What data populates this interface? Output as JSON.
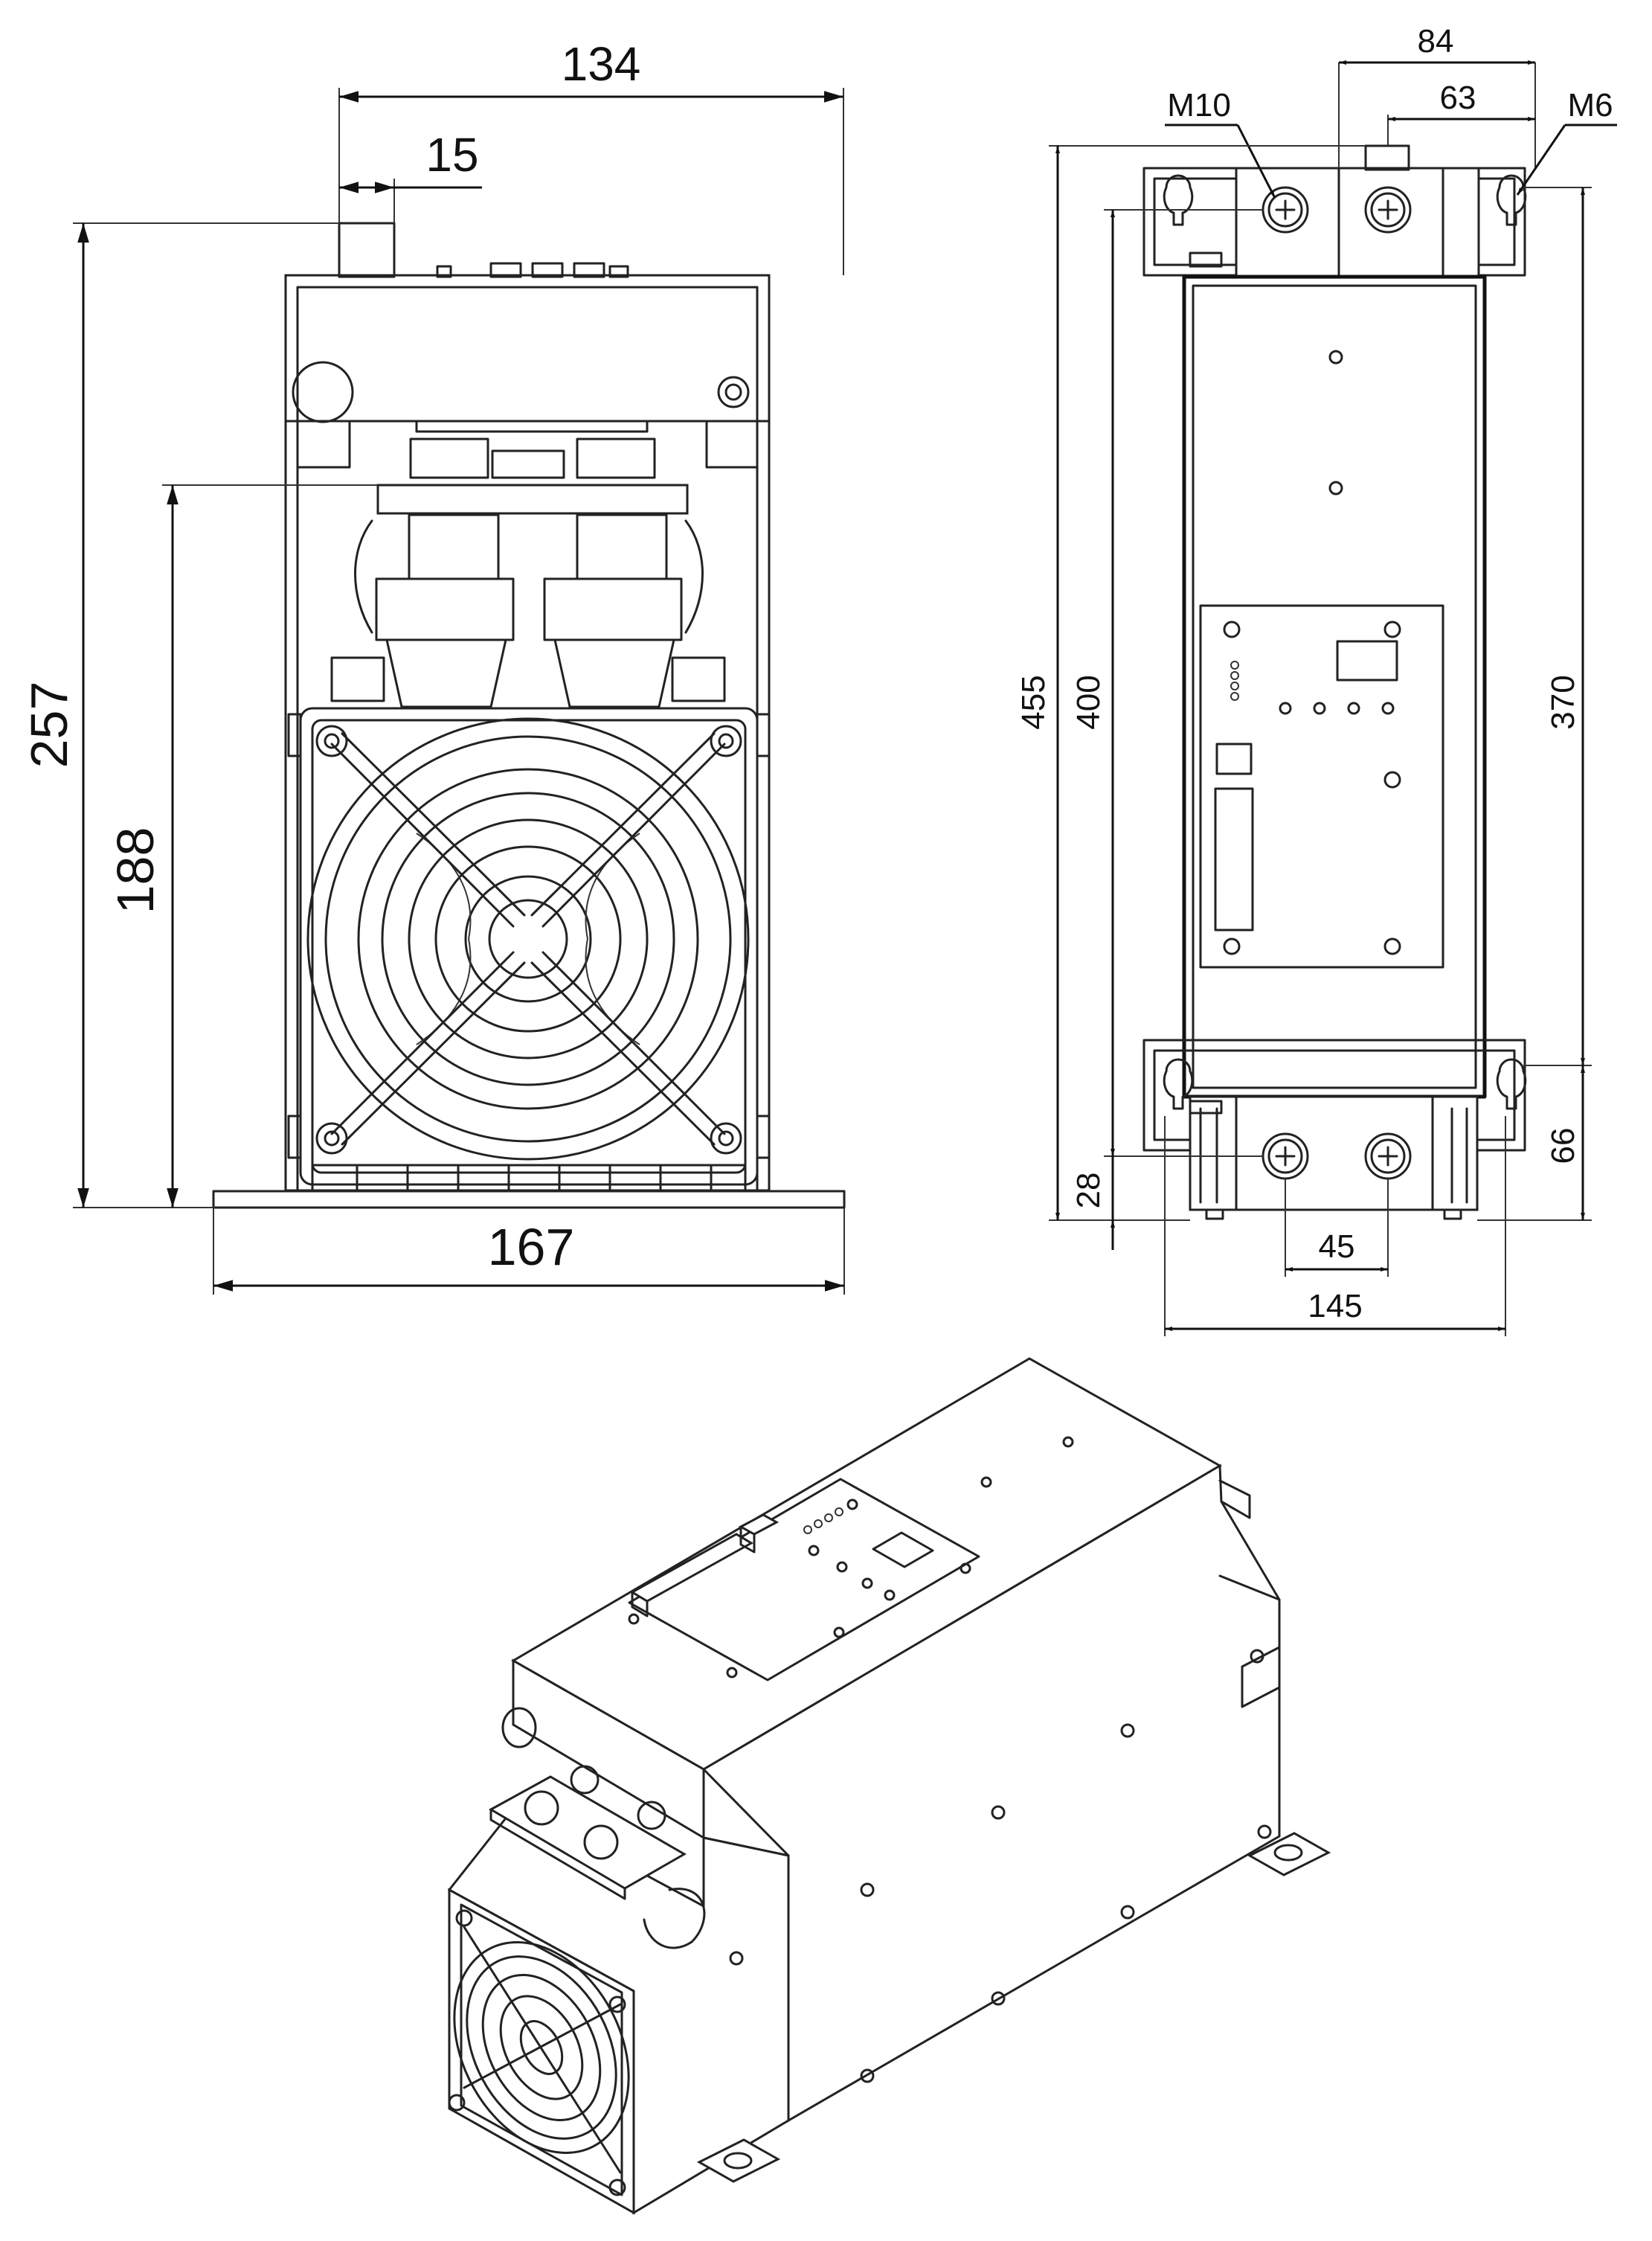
{
  "front_view": {
    "width_top": "134",
    "offset_left": "15",
    "height_total": "257",
    "height_to_terminals": "188",
    "width_base": "167"
  },
  "side_view": {
    "label_m10": "M10",
    "label_m6": "M6",
    "width_top_outer": "84",
    "width_top_inner": "63",
    "height_total": "455",
    "height_mid": "400",
    "height_mount": "370",
    "height_bottom": "66",
    "height_small": "28",
    "spacing_terminals": "45",
    "width_base": "145"
  }
}
